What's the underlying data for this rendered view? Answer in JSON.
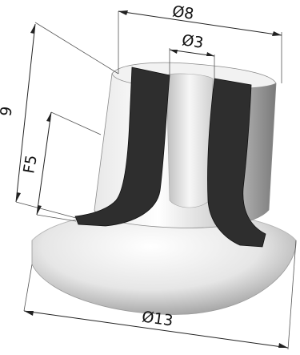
{
  "drawing": {
    "dimensions": {
      "top_outer_diameter": "Ø8",
      "inner_bore_diameter": "Ø3",
      "overall_height": "9",
      "stem_height": "F5",
      "base_diameter": "Ø13"
    },
    "colors": {
      "section_fill": "#2e2e2e",
      "body_light": "#f4f4f4",
      "body_shade": "#9a9a9a",
      "dimension_ink": "#222222"
    }
  }
}
